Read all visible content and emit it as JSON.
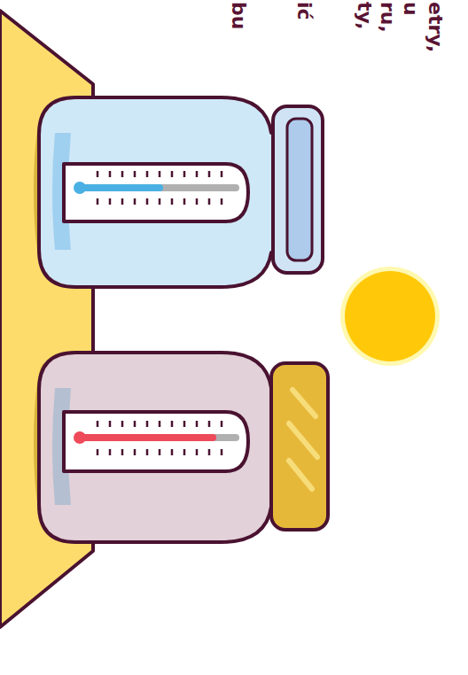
{
  "diagram": {
    "labels": [
      "etry,",
      "u",
      "ru,",
      "ty,",
      "ić",
      "bu"
    ]
  }
}
